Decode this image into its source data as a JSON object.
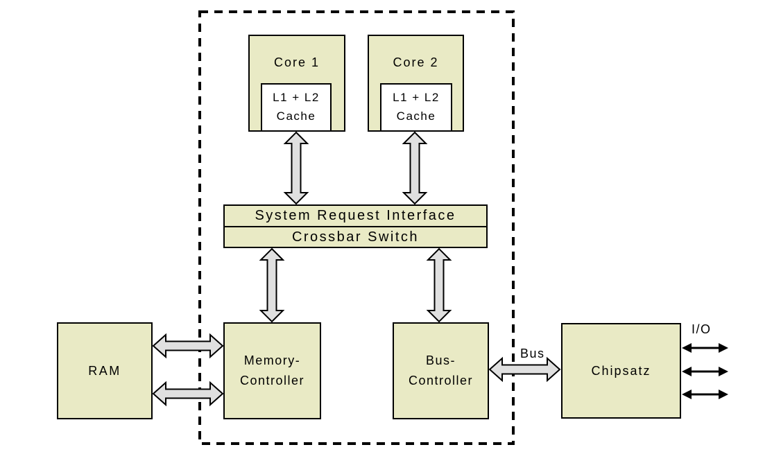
{
  "diagram": {
    "type": "block-diagram",
    "colors": {
      "box_fill": "#e9eac5",
      "arrow_fill": "#e0e0e0",
      "outline": "#000000",
      "background": "#ffffff"
    },
    "nodes": {
      "core1": {
        "label": "Core 1",
        "cache_line1": "L1 + L2",
        "cache_line2": "Cache"
      },
      "core2": {
        "label": "Core 2",
        "cache_line1": "L1 + L2",
        "cache_line2": "Cache"
      },
      "system_request_interface": {
        "label": "System Request Interface"
      },
      "crossbar_switch": {
        "label": "Crossbar Switch"
      },
      "ram": {
        "label": "RAM"
      },
      "memory_controller": {
        "label_line1": "Memory-",
        "label_line2": "Controller"
      },
      "bus_controller": {
        "label_line1": "Bus-",
        "label_line2": "Controller"
      },
      "chipsatz": {
        "label": "Chipsatz"
      }
    },
    "edge_labels": {
      "bus": "Bus",
      "io": "I/O"
    }
  }
}
